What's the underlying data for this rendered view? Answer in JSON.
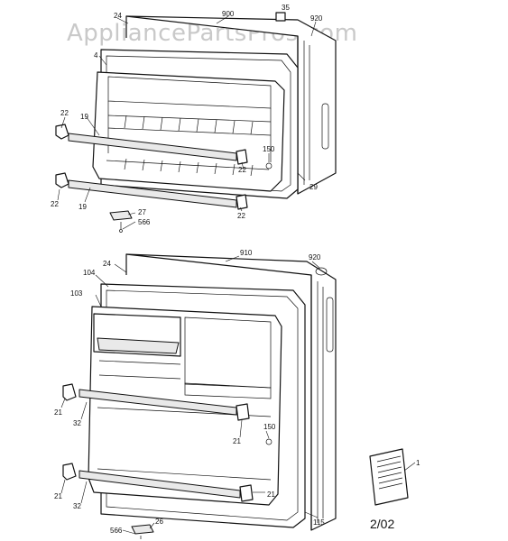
{
  "watermark": "AppliancePartsPros.com",
  "date_code": "2/02",
  "labels": {
    "l24a": "24",
    "l900": "900",
    "l35": "35",
    "l920a": "920",
    "l4": "4",
    "l22a": "22",
    "l19a": "19",
    "l150a": "150",
    "l22b": "22",
    "l29": "29",
    "l22c": "22",
    "l19b": "19",
    "l22d": "22",
    "l27": "27",
    "l566a": "566",
    "l910": "910",
    "l920b": "920",
    "l24b": "24",
    "l104": "104",
    "l103": "103",
    "l21a": "21",
    "l32a": "32",
    "l150b": "150",
    "l21b": "21",
    "l1": "1",
    "l21c": "21",
    "l32b": "32",
    "l21d": "21",
    "l115": "115",
    "l566b": "566",
    "l26": "26"
  }
}
